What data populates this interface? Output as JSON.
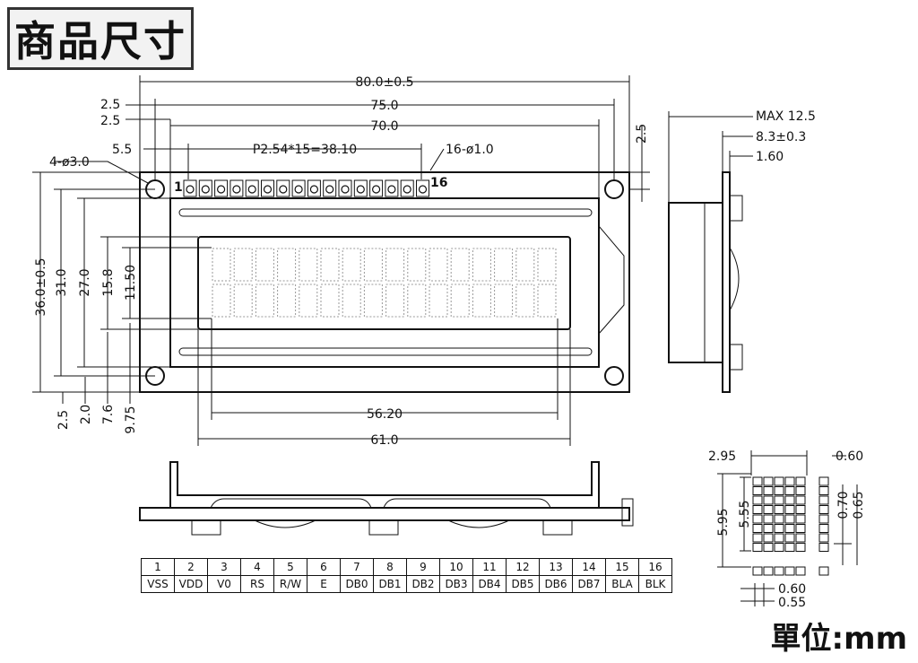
{
  "title": "商品尺寸",
  "units": "單位:mm",
  "front_view": {
    "dims": {
      "overall_width": "80.0±0.5",
      "hole_pitch_w": "75.0",
      "pcb_inner_w": "70.0",
      "top_edge_2_5a": "2.5",
      "top_edge_2_5b": "2.5",
      "pin_offset": "5.5",
      "pin_pitch": "P2.54*15=38.10",
      "pin_hole": "16-ø1.0",
      "mount_hole": "4-ø3.0",
      "right_2_5": "2.5",
      "overall_height": "36.0±0.5",
      "hole_pitch_h": "31.0",
      "bezel_h": "27.0",
      "va_h": "15.8",
      "aa_h": "11.50",
      "bottom_2_5": "2.5",
      "bottom_2_0": "2.0",
      "bottom_7_6": "7.6",
      "bottom_9_75": "9.75",
      "aa_w": "56.20",
      "va_w": "61.0",
      "pin_first": "1",
      "pin_last": "16"
    }
  },
  "side_view": {
    "dims": {
      "max": "MAX 12.5",
      "pcb_thick": "8.3±0.3",
      "pcb": "1.60"
    }
  },
  "char_detail": {
    "dims": {
      "char_w": "2.95",
      "char_h": "5.95",
      "dot_h_total": "5.55",
      "dot_w": "0.60",
      "dot_pitch_v": "0.70",
      "dot_h": "0.65",
      "dot_w2": "0.60",
      "dot_pitch": "0.55"
    }
  },
  "pins": {
    "numbers": [
      "1",
      "2",
      "3",
      "4",
      "5",
      "6",
      "7",
      "8",
      "9",
      "10",
      "11",
      "12",
      "13",
      "14",
      "15",
      "16"
    ],
    "names": [
      "VSS",
      "VDD",
      "V0",
      "RS",
      "R/W",
      "E",
      "DB0",
      "DB1",
      "DB2",
      "DB3",
      "DB4",
      "DB5",
      "DB6",
      "DB7",
      "BLA",
      "BLK"
    ]
  }
}
